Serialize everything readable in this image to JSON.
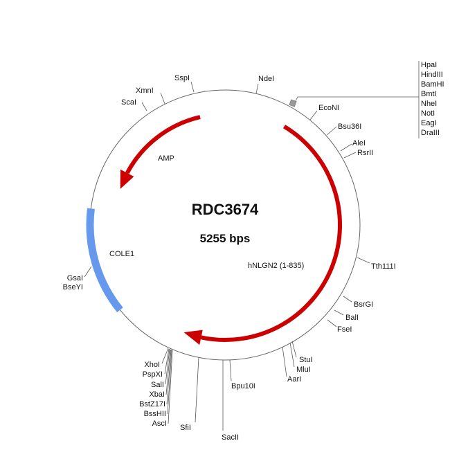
{
  "plasmid": {
    "name": "RDC3674",
    "length": "5255 bps"
  },
  "features": {
    "amp": "AMP",
    "cole1": "COLE1",
    "hnlgn2": "hNLGN2 (1-835)"
  },
  "colors": {
    "cds": "#cc0000",
    "origin": "#6699ee",
    "backbone": "#666666"
  },
  "sites": {
    "sspi": "SspI",
    "xmni": "XmnI",
    "scai": "ScaI",
    "ndei": "NdeI",
    "cluster": [
      "HpaI",
      "HindIII",
      "BamHI",
      "BmtI",
      "NheI",
      "NotI",
      "EagI",
      "DraIII"
    ],
    "econi": "EcoNI",
    "bsu36i": "Bsu36I",
    "alei": "AleI",
    "rsrii": "RsrII",
    "tth111i": "Tth111I",
    "bsrgi": "BsrGI",
    "bali": "BalI",
    "fsei": "FseI",
    "stui": "StuI",
    "mlui": "MluI",
    "aari": "AarI",
    "bpu10i": "Bpu10I",
    "sacii": "SacII",
    "sfii": "SfiI",
    "left_cluster": [
      "XhoI",
      "PspXI",
      "SalI",
      "XbaI",
      "BstZ17I",
      "BssHII",
      "AscI"
    ],
    "gsai": "GsaI",
    "bseyi": "BseYI"
  }
}
